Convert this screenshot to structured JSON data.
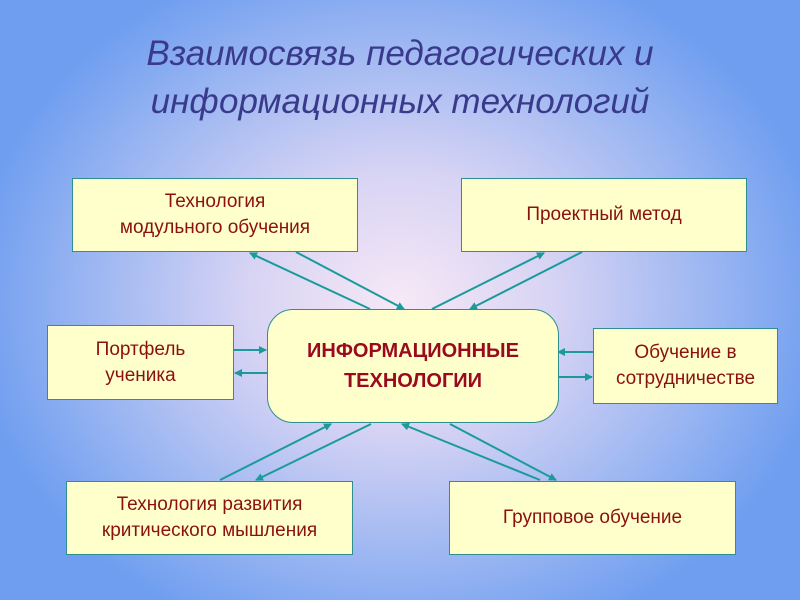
{
  "title": {
    "line1": "Взаимосвязь педагогических и",
    "line2": "информационных технологий"
  },
  "center": {
    "line1": "ИНФОРМАЦИОННЫЕ",
    "line2": "ТЕХНОЛОГИИ"
  },
  "boxes": {
    "modular": {
      "line1": "Технология",
      "line2": "модульного обучения"
    },
    "project": {
      "line1": "Проектный метод"
    },
    "portfolio": {
      "line1": "Портфель",
      "line2": "ученика"
    },
    "cooperation": {
      "line1": "Обучение в",
      "line2": "сотрудничестве"
    },
    "critical": {
      "line1": "Технология развития",
      "line2": "критического мышления"
    },
    "group": {
      "line1": "Групповое обучение"
    }
  },
  "colors": {
    "arrow": "#1a9a9a",
    "box_fill": "#ffffcc",
    "text": "#8b1010",
    "title": "#3a3a8c"
  }
}
